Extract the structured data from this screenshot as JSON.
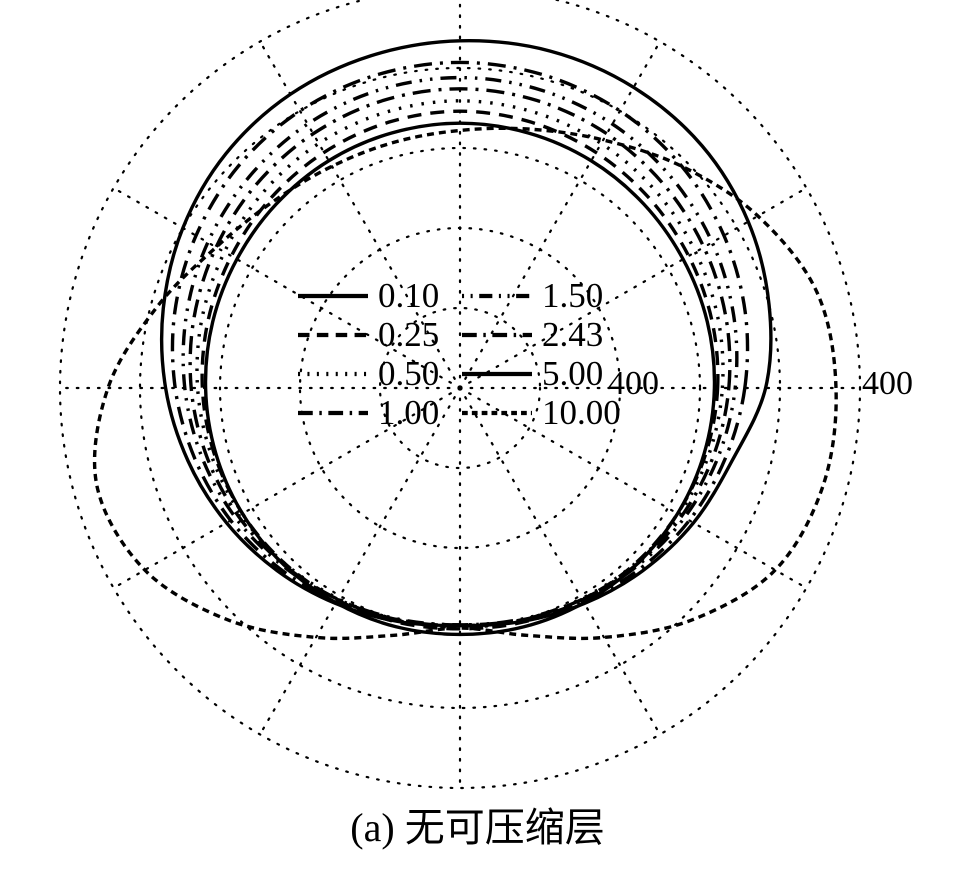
{
  "figure": {
    "caption": "(a) 无可压缩层",
    "radial_tick_labels": [
      "400",
      "400"
    ]
  },
  "legend": {
    "entries": [
      {
        "label": "0.10",
        "style": "solid",
        "column": "left"
      },
      {
        "label": "1.50",
        "style": "dashdotdot",
        "column": "right"
      },
      {
        "label": "0.25",
        "style": "dashed",
        "column": "left"
      },
      {
        "label": "2.43",
        "style": "dashdot",
        "column": "right"
      },
      {
        "label": "0.50",
        "style": "dotted",
        "column": "left"
      },
      {
        "label": "5.00",
        "style": "solid",
        "column": "right"
      },
      {
        "label": "1.00",
        "style": "dashdot",
        "column": "left"
      },
      {
        "label": "10.00",
        "style": "finedash",
        "column": "right"
      }
    ]
  },
  "chart_data": {
    "type": "line",
    "projection": "polar",
    "title": "(a) 无可压缩层",
    "xlabel": "",
    "ylabel": "",
    "rlim": [
      0,
      500
    ],
    "rticks": [
      100,
      200,
      300,
      400,
      500
    ],
    "rtick_labels_shown": [
      "400"
    ],
    "theta_gridlines_deg": [
      0,
      30,
      60,
      90,
      120,
      150,
      180,
      210,
      240,
      270,
      300,
      330
    ],
    "grid": true,
    "grid_style": "dotted",
    "legend_position": "center",
    "legend_title": "",
    "color": "#000000",
    "series": [
      {
        "name": "0.10",
        "style": "solid",
        "theta_deg": [
          0,
          15,
          30,
          45,
          60,
          75,
          90,
          105,
          120,
          135,
          150,
          165,
          180,
          195,
          210,
          225,
          240,
          255,
          270,
          285,
          300,
          315,
          330,
          345,
          360
        ],
        "r": [
          318,
          320,
          322,
          325,
          328,
          330,
          331,
          330,
          328,
          325,
          322,
          320,
          318,
          316,
          314,
          312,
          310,
          309,
          308,
          309,
          310,
          312,
          314,
          316,
          318
        ]
      },
      {
        "name": "0.25",
        "style": "dashed",
        "theta_deg": [
          0,
          15,
          30,
          45,
          60,
          75,
          90,
          105,
          120,
          135,
          150,
          165,
          180,
          195,
          210,
          225,
          240,
          255,
          270,
          285,
          300,
          315,
          330,
          345,
          360
        ],
        "r": [
          322,
          326,
          330,
          335,
          340,
          344,
          346,
          344,
          340,
          335,
          330,
          326,
          322,
          318,
          314,
          310,
          306,
          303,
          301,
          303,
          306,
          310,
          314,
          318,
          322
        ]
      },
      {
        "name": "0.50",
        "style": "dotted",
        "theta_deg": [
          0,
          15,
          30,
          45,
          60,
          75,
          90,
          105,
          120,
          135,
          150,
          165,
          180,
          195,
          210,
          225,
          240,
          255,
          270,
          285,
          300,
          315,
          330,
          345,
          360
        ],
        "r": [
          328,
          334,
          340,
          347,
          353,
          357,
          359,
          357,
          353,
          347,
          340,
          334,
          328,
          322,
          316,
          310,
          304,
          300,
          298,
          300,
          304,
          310,
          316,
          322,
          328
        ]
      },
      {
        "name": "1.00",
        "style": "dashdot",
        "theta_deg": [
          0,
          15,
          30,
          45,
          60,
          75,
          90,
          105,
          120,
          135,
          150,
          165,
          180,
          195,
          210,
          225,
          240,
          255,
          270,
          285,
          300,
          315,
          330,
          345,
          360
        ],
        "r": [
          336,
          344,
          352,
          360,
          367,
          372,
          374,
          372,
          367,
          360,
          352,
          344,
          336,
          328,
          320,
          312,
          305,
          300,
          297,
          300,
          305,
          312,
          320,
          328,
          336
        ]
      },
      {
        "name": "1.50",
        "style": "dashdotdot",
        "theta_deg": [
          0,
          15,
          30,
          45,
          60,
          75,
          90,
          105,
          120,
          135,
          150,
          165,
          180,
          195,
          210,
          225,
          240,
          255,
          270,
          285,
          300,
          315,
          330,
          345,
          360
        ],
        "r": [
          344,
          354,
          364,
          373,
          381,
          386,
          388,
          386,
          381,
          373,
          364,
          354,
          344,
          334,
          324,
          314,
          305,
          299,
          296,
          299,
          305,
          314,
          324,
          334,
          344
        ]
      },
      {
        "name": "2.43",
        "style": "dashdot",
        "theta_deg": [
          0,
          15,
          30,
          45,
          60,
          75,
          90,
          105,
          120,
          135,
          150,
          165,
          180,
          195,
          210,
          225,
          240,
          255,
          270,
          285,
          300,
          315,
          330,
          345,
          360
        ],
        "r": [
          356,
          369,
          381,
          392,
          400,
          405,
          407,
          405,
          400,
          392,
          381,
          369,
          356,
          343,
          331,
          319,
          308,
          300,
          296,
          300,
          308,
          319,
          331,
          343,
          356
        ]
      },
      {
        "name": "5.00",
        "style": "solid",
        "theta_deg": [
          0,
          15,
          30,
          45,
          60,
          75,
          90,
          105,
          120,
          135,
          150,
          165,
          180,
          195,
          210,
          225,
          240,
          255,
          270,
          285,
          300,
          315,
          330,
          345,
          360
        ],
        "r": [
          382,
          400,
          416,
          428,
          434,
          436,
          434,
          430,
          424,
          414,
          400,
          384,
          368,
          352,
          337,
          323,
          311,
          302,
          297,
          302,
          311,
          323,
          337,
          352,
          368
        ]
      },
      {
        "name": "10.00",
        "style": "finedash",
        "theta_deg": [
          0,
          15,
          30,
          45,
          60,
          75,
          90,
          105,
          120,
          135,
          150,
          165,
          180,
          195,
          210,
          225,
          240,
          255,
          270,
          285,
          300,
          315,
          330,
          345,
          360
        ],
        "r": [
          470,
          462,
          430,
          392,
          358,
          335,
          322,
          318,
          320,
          330,
          352,
          392,
          440,
          470,
          455,
          410,
          360,
          320,
          300,
          320,
          360,
          410,
          455,
          470,
          470
        ]
      }
    ]
  }
}
